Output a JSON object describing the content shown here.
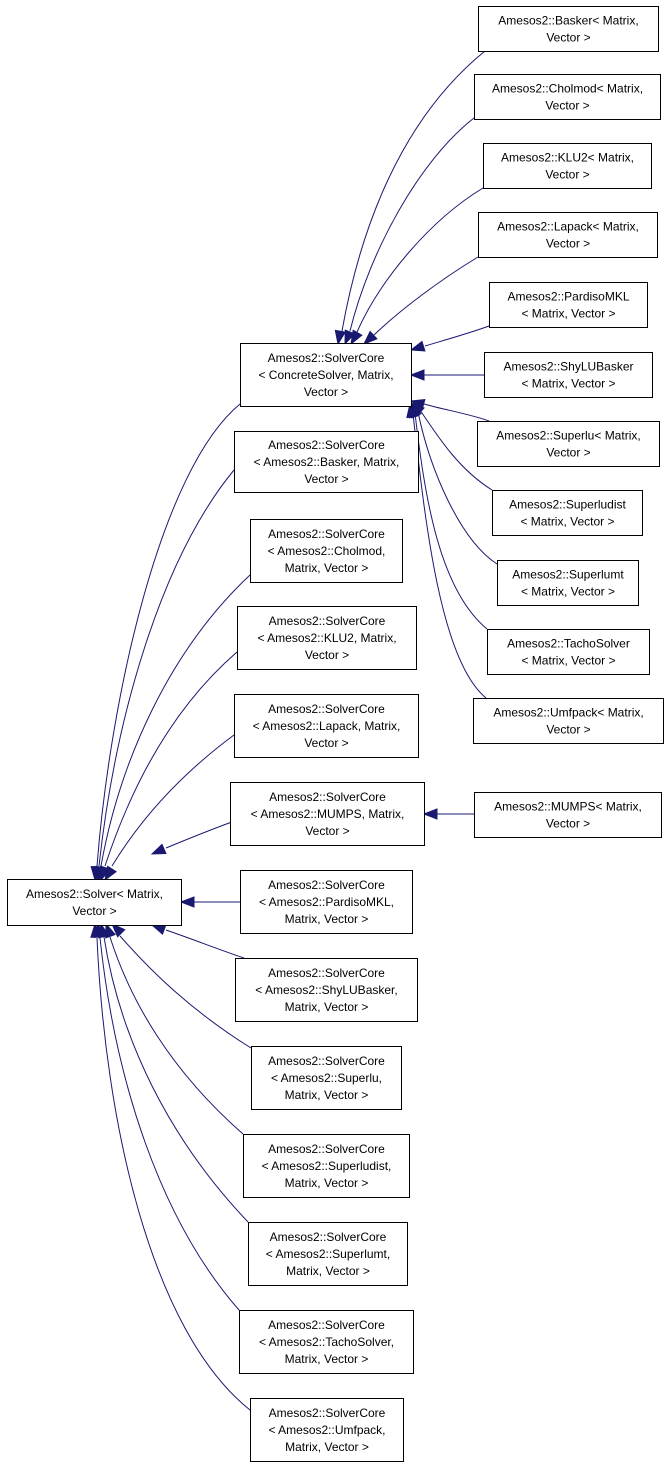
{
  "diagram": {
    "nodes": [
      {
        "id": "solver",
        "lines": [
          "Amesos2::Solver< Matrix,",
          "Vector >"
        ]
      },
      {
        "id": "sc_concrete",
        "lines": [
          "Amesos2::SolverCore",
          "< ConcreteSolver, Matrix,",
          "Vector >"
        ]
      },
      {
        "id": "sc_basker",
        "lines": [
          "Amesos2::SolverCore",
          "< Amesos2::Basker, Matrix,",
          "Vector >"
        ]
      },
      {
        "id": "sc_cholmod",
        "lines": [
          "Amesos2::SolverCore",
          "< Amesos2::Cholmod,",
          "Matrix, Vector >"
        ]
      },
      {
        "id": "sc_klu2",
        "lines": [
          "Amesos2::SolverCore",
          "< Amesos2::KLU2, Matrix,",
          "Vector >"
        ]
      },
      {
        "id": "sc_lapack",
        "lines": [
          "Amesos2::SolverCore",
          "< Amesos2::Lapack, Matrix,",
          "Vector >"
        ]
      },
      {
        "id": "sc_mumps",
        "lines": [
          "Amesos2::SolverCore",
          "< Amesos2::MUMPS, Matrix,",
          "Vector >"
        ]
      },
      {
        "id": "sc_pardiso",
        "lines": [
          "Amesos2::SolverCore",
          "< Amesos2::PardisoMKL,",
          "Matrix, Vector >"
        ]
      },
      {
        "id": "sc_shylu",
        "lines": [
          "Amesos2::SolverCore",
          "< Amesos2::ShyLUBasker,",
          "Matrix, Vector >"
        ]
      },
      {
        "id": "sc_superlu",
        "lines": [
          "Amesos2::SolverCore",
          "< Amesos2::Superlu,",
          "Matrix, Vector >"
        ]
      },
      {
        "id": "sc_superludist",
        "lines": [
          "Amesos2::SolverCore",
          "< Amesos2::Superludist,",
          "Matrix, Vector >"
        ]
      },
      {
        "id": "sc_superlumt",
        "lines": [
          "Amesos2::SolverCore",
          "< Amesos2::Superlumt,",
          "Matrix, Vector >"
        ]
      },
      {
        "id": "sc_tacho",
        "lines": [
          "Amesos2::SolverCore",
          "< Amesos2::TachoSolver,",
          "Matrix, Vector >"
        ]
      },
      {
        "id": "sc_umfpack",
        "lines": [
          "Amesos2::SolverCore",
          "< Amesos2::Umfpack,",
          "Matrix, Vector >"
        ]
      },
      {
        "id": "basker",
        "lines": [
          "Amesos2::Basker< Matrix,",
          "Vector >"
        ]
      },
      {
        "id": "cholmod",
        "lines": [
          "Amesos2::Cholmod< Matrix,",
          "Vector >"
        ]
      },
      {
        "id": "klu2",
        "lines": [
          "Amesos2::KLU2< Matrix,",
          "Vector >"
        ]
      },
      {
        "id": "lapack",
        "lines": [
          "Amesos2::Lapack< Matrix,",
          "Vector >"
        ]
      },
      {
        "id": "pardisomkl",
        "lines": [
          "Amesos2::PardisoMKL",
          "< Matrix, Vector >"
        ]
      },
      {
        "id": "shylubasker",
        "lines": [
          "Amesos2::ShyLUBasker",
          "< Matrix, Vector >"
        ]
      },
      {
        "id": "superlu",
        "lines": [
          "Amesos2::Superlu< Matrix,",
          "Vector >"
        ]
      },
      {
        "id": "superludist",
        "lines": [
          "Amesos2::Superludist",
          "< Matrix, Vector >"
        ]
      },
      {
        "id": "superlumt",
        "lines": [
          "Amesos2::Superlumt",
          "< Matrix, Vector >"
        ]
      },
      {
        "id": "tachosolver",
        "lines": [
          "Amesos2::TachoSolver",
          "< Matrix, Vector >"
        ]
      },
      {
        "id": "umfpack",
        "lines": [
          "Amesos2::Umfpack< Matrix,",
          "Vector >"
        ]
      },
      {
        "id": "mumps",
        "lines": [
          "Amesos2::MUMPS< Matrix,",
          "Vector >"
        ]
      }
    ],
    "edges": [
      {
        "from": "sc_concrete",
        "to": "solver"
      },
      {
        "from": "sc_basker",
        "to": "solver"
      },
      {
        "from": "sc_cholmod",
        "to": "solver"
      },
      {
        "from": "sc_klu2",
        "to": "solver"
      },
      {
        "from": "sc_lapack",
        "to": "solver"
      },
      {
        "from": "sc_mumps",
        "to": "solver"
      },
      {
        "from": "sc_pardiso",
        "to": "solver"
      },
      {
        "from": "sc_shylu",
        "to": "solver"
      },
      {
        "from": "sc_superlu",
        "to": "solver"
      },
      {
        "from": "sc_superludist",
        "to": "solver"
      },
      {
        "from": "sc_superlumt",
        "to": "solver"
      },
      {
        "from": "sc_tacho",
        "to": "solver"
      },
      {
        "from": "sc_umfpack",
        "to": "solver"
      },
      {
        "from": "basker",
        "to": "sc_concrete"
      },
      {
        "from": "cholmod",
        "to": "sc_concrete"
      },
      {
        "from": "klu2",
        "to": "sc_concrete"
      },
      {
        "from": "lapack",
        "to": "sc_concrete"
      },
      {
        "from": "pardisomkl",
        "to": "sc_concrete"
      },
      {
        "from": "shylubasker",
        "to": "sc_concrete"
      },
      {
        "from": "superlu",
        "to": "sc_concrete"
      },
      {
        "from": "superludist",
        "to": "sc_concrete"
      },
      {
        "from": "superlumt",
        "to": "sc_concrete"
      },
      {
        "from": "tachosolver",
        "to": "sc_concrete"
      },
      {
        "from": "umfpack",
        "to": "sc_concrete"
      },
      {
        "from": "mumps",
        "to": "sc_mumps"
      }
    ],
    "colors": {
      "edge": "#191970",
      "box_stroke": "#000000",
      "box_fill": "#ffffff"
    }
  }
}
